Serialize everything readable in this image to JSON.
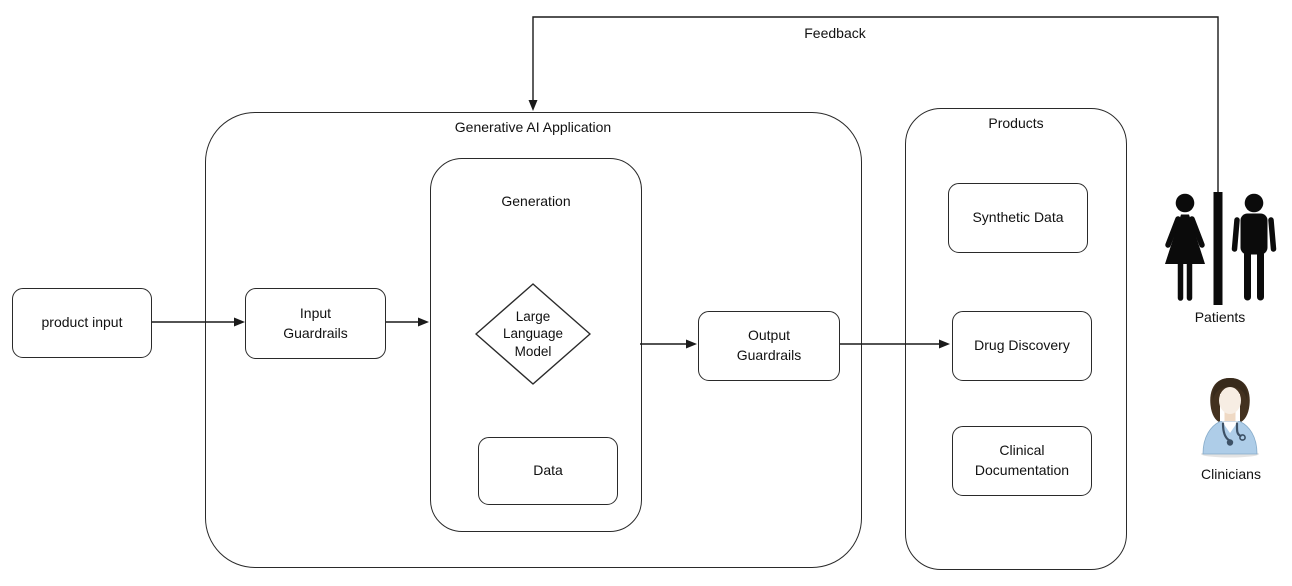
{
  "diagram": {
    "feedback_label": "Feedback",
    "containers": {
      "generative_ai_application": {
        "label": "Generative AI Application"
      },
      "generation": {
        "label": "Generation"
      },
      "products": {
        "label": "Products"
      }
    },
    "nodes": {
      "product_input": {
        "label": "product input"
      },
      "input_guardrails": {
        "label": "Input\nGuardrails"
      },
      "large_language_model": {
        "label": "Large\nLanguage\nModel"
      },
      "data": {
        "label": "Data"
      },
      "output_guardrails": {
        "label": "Output\nGuardrails"
      },
      "synthetic_data": {
        "label": "Synthetic Data"
      },
      "drug_discovery": {
        "label": "Drug Discovery"
      },
      "clinical_documentation": {
        "label": "Clinical\nDocumentation"
      }
    },
    "actors": {
      "patients": {
        "label": "Patients",
        "icon": "male-female-figures-icon"
      },
      "clinicians": {
        "label": "Clinicians",
        "icon": "clinician-with-stethoscope-icon"
      }
    },
    "colors": {
      "line": "#1a1a1a",
      "border": "#2a2a2a",
      "background": "#ffffff",
      "icon_black": "#0b0b0b",
      "clinician_scrubs_blue": "#aecde8",
      "clinician_hair_brown": "#43311f",
      "clinician_skin": "#f7ede3",
      "stethoscope_blue": "#3d5166"
    }
  }
}
